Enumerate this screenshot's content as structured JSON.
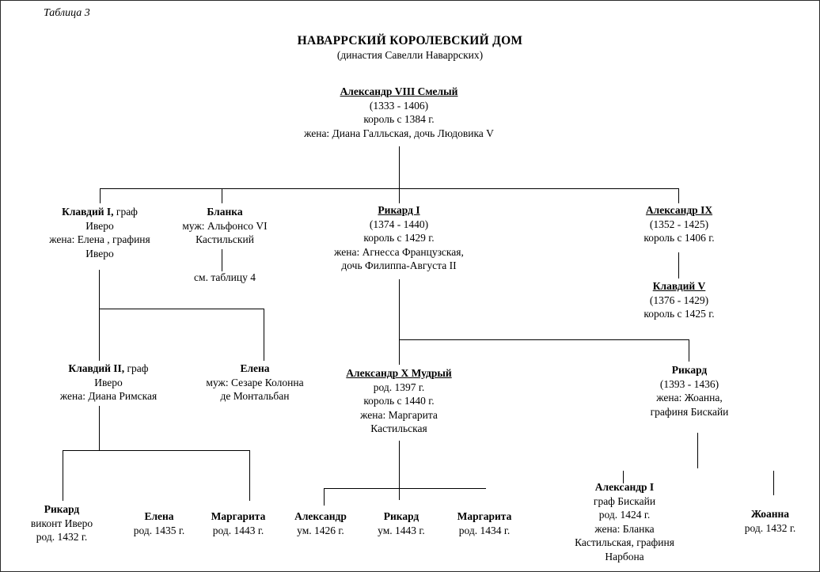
{
  "page": {
    "table_label": "Таблица 3",
    "title": "НАВАРРСКИЙ КОРОЛЕВСКИЙ ДОМ",
    "subtitle": "(династия Савелли Наваррских)",
    "line_color": "#000000",
    "background": "#ffffff"
  },
  "nodes": {
    "alexandr8": {
      "name": "Александр VIII Смелый",
      "lines": [
        "(1333 - 1406)",
        "король с 1384 г.",
        "жена: Диана Галльская, дочь Людовика V"
      ]
    },
    "klavdiy1": {
      "name": "Клавдий I,",
      "suffix": " граф",
      "lines": [
        "Иверо",
        "жена: Елена , графиня",
        "Иверо"
      ]
    },
    "blanka": {
      "name": "Бланка",
      "lines": [
        "муж: Альфонсо VI",
        "Кастильский"
      ],
      "note": "см. таблицу 4"
    },
    "rikard1": {
      "name": "Рикард I",
      "lines": [
        "(1374 - 1440)",
        "король с 1429 г.",
        "жена: Агнесса Французская,",
        "дочь Филиппа-Августа II"
      ]
    },
    "alexandr9": {
      "name": "Александр IX",
      "lines": [
        "(1352 - 1425)",
        "король с 1406 г."
      ]
    },
    "klavdiy5": {
      "name": "Клавдий V",
      "lines": [
        "(1376 - 1429)",
        "король с 1425 г."
      ]
    },
    "klavdiy2": {
      "name": "Клавдий II,",
      "suffix": " граф",
      "lines": [
        "Иверо",
        "жена: Диана Римская"
      ]
    },
    "elena_kolonna": {
      "name": "Елена",
      "lines": [
        "муж: Сезаре Колонна",
        "де Монтальбан"
      ]
    },
    "alexandr10": {
      "name": "Александр X Мудрый",
      "lines": [
        "род. 1397 г.",
        "король с 1440 г.",
        "жена: Маргарита",
        "Кастильская"
      ]
    },
    "rikard_biskayi": {
      "name": "Рикард",
      "lines": [
        "(1393 - 1436)",
        "жена: Жоанна,",
        "графиня Бискайи"
      ]
    },
    "rikard_vikont": {
      "name": "Рикард",
      "lines": [
        "виконт Иверо",
        "род. 1432 г."
      ]
    },
    "elena_1435": {
      "name": "Елена",
      "lines": [
        "род. 1435 г."
      ]
    },
    "margarita_1443": {
      "name": "Маргарита",
      "lines": [
        "род. 1443 г."
      ]
    },
    "alexandr_1426": {
      "name": "Александр",
      "lines": [
        "ум. 1426 г."
      ]
    },
    "rikard_1443": {
      "name": "Рикард",
      "lines": [
        "ум. 1443 г."
      ]
    },
    "margarita_1434": {
      "name": "Маргарита",
      "lines": [
        "род. 1434 г."
      ]
    },
    "alexandr1": {
      "name": "Александр I",
      "lines": [
        "граф Бискайи",
        "род. 1424 г.",
        "жена: Бланка",
        "Кастильская, графиня",
        "Нарбона"
      ]
    },
    "zhoanna": {
      "name": "Жоанна",
      "lines": [
        "род. 1432 г."
      ]
    }
  }
}
